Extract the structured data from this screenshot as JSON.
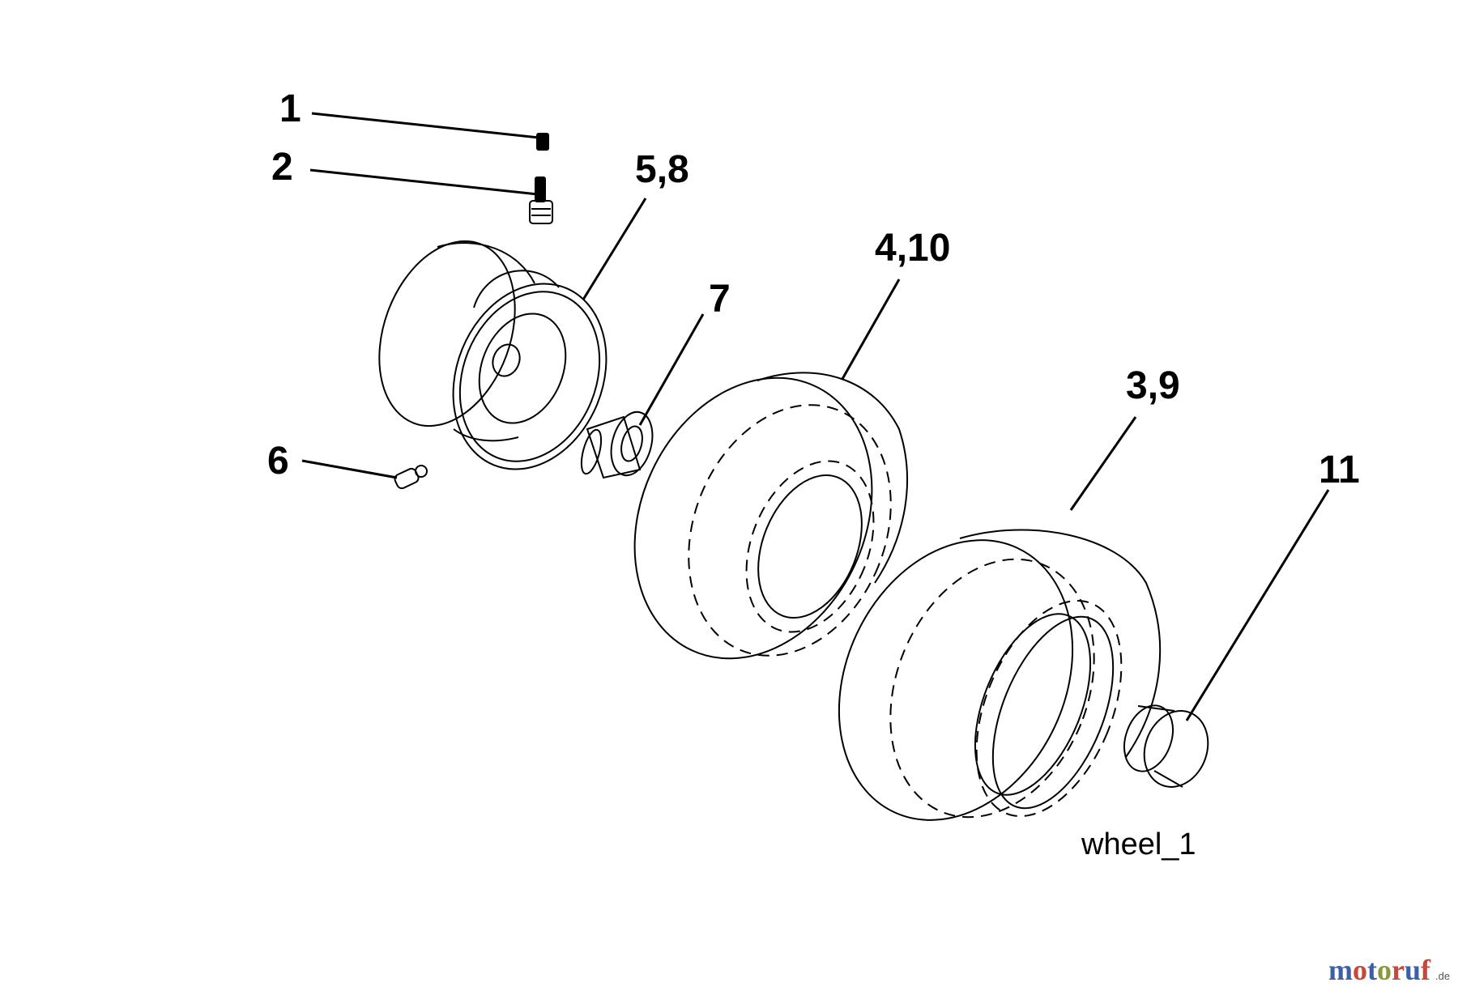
{
  "diagram": {
    "callouts": {
      "c1": "1",
      "c2": "2",
      "c58": "5,8",
      "c410": "4,10",
      "c7": "7",
      "c39": "3,9",
      "c11": "11",
      "c6": "6"
    },
    "caption": "wheel_1",
    "watermark": {
      "letters": [
        "m",
        "o",
        "t",
        "o",
        "r",
        "u",
        "f"
      ],
      "letter_colors": [
        "#3b5fa8",
        "#c8463a",
        "#3b5fa8",
        "#8a9a3a",
        "#c8463a",
        "#3b5fa8",
        "#c8463a"
      ],
      "suffix": ".de"
    },
    "line_color": "#000000",
    "background": "#ffffff"
  }
}
